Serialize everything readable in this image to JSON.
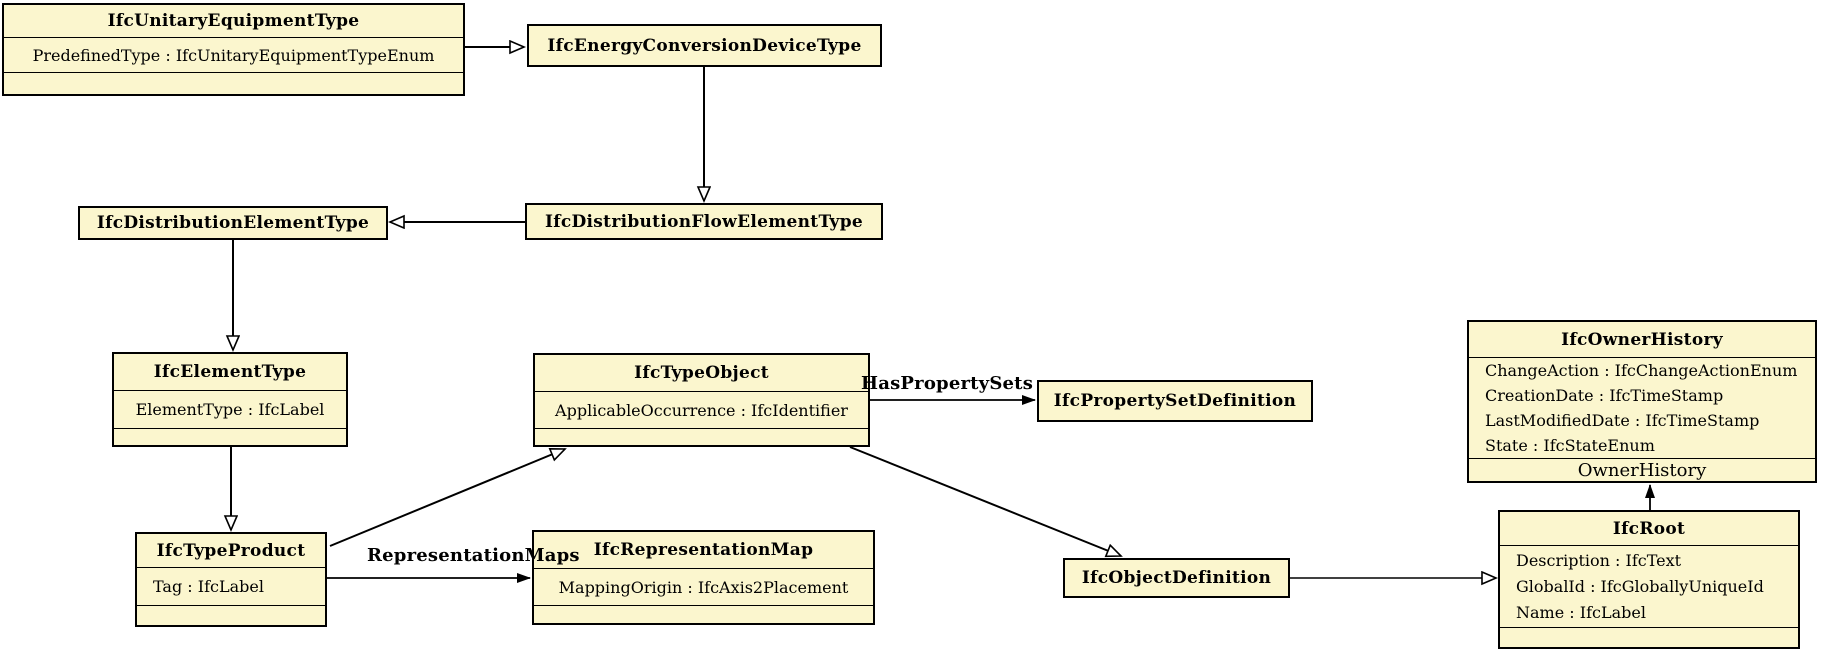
{
  "diagram": {
    "colors": {
      "node_fill": "#fbf6ce",
      "node_border": "#000000",
      "background": "#ffffff",
      "line": "#000000"
    },
    "nodes": {
      "unitary_equipment_type": {
        "title": "IfcUnitaryEquipmentType",
        "attrs": [
          "PredefinedType : IfcUnitaryEquipmentTypeEnum"
        ]
      },
      "energy_conversion_device_type": {
        "title": "IfcEnergyConversionDeviceType"
      },
      "distribution_element_type": {
        "title": "IfcDistributionElementType"
      },
      "distribution_flow_element_type": {
        "title": "IfcDistributionFlowElementType"
      },
      "element_type": {
        "title": "IfcElementType",
        "attrs": [
          "ElementType : IfcLabel"
        ]
      },
      "type_object": {
        "title": "IfcTypeObject",
        "attrs": [
          "ApplicableOccurrence : IfcIdentifier"
        ]
      },
      "property_set_definition": {
        "title": "IfcPropertySetDefinition"
      },
      "owner_history": {
        "title": "IfcOwnerHistory",
        "attrs": [
          "ChangeAction : IfcChangeActionEnum",
          "CreationDate : IfcTimeStamp",
          "LastModifiedDate : IfcTimeStamp",
          "State : IfcStateEnum"
        ],
        "footer_label": "OwnerHistory"
      },
      "root": {
        "title": "IfcRoot",
        "attrs": [
          "Description : IfcText",
          "GlobalId : IfcGloballyUniqueId",
          "Name : IfcLabel"
        ]
      },
      "type_product": {
        "title": "IfcTypeProduct",
        "attrs": [
          "Tag : IfcLabel"
        ]
      },
      "representation_map": {
        "title": "IfcRepresentationMap",
        "attrs": [
          "MappingOrigin : IfcAxis2Placement"
        ]
      },
      "object_definition": {
        "title": "IfcObjectDefinition"
      }
    },
    "edge_labels": {
      "has_property_sets": "HasPropertySets",
      "representation_maps": "RepresentationMaps"
    }
  }
}
